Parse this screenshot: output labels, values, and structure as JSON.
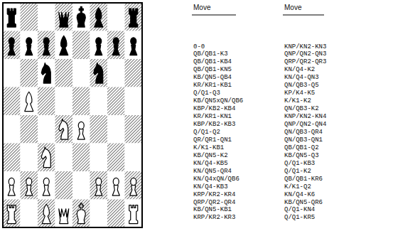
{
  "diagram": {
    "labels": [
      "Move",
      "Move",
      "0-0",
      "KNP/KN2-KN3",
      "QB/QB1-K3",
      "QNP/QN2-QN3",
      "QB/QB1-KB4",
      "QRP/QR2-QR3",
      "QB/QB1-KN5",
      "KN/Q4-K2",
      "KB/QN5-QB4",
      "KN/Q4-QN3",
      "KR/KR1-KB1",
      "QN/QB3-Q5",
      "Q/Q1-Q3",
      "KP/K4-K5",
      "KB/QN5xQN/QB6",
      "K/K1-K2",
      "KBP/KB2-KB4",
      "QN/QB3-K2",
      "KR/KR1-KN1",
      "KNP/KN2-KN4",
      "KBP/KB2-KB3",
      "QNP/QN2-QN4",
      "Q/Q1-Q2",
      "QN/QB3-QR4",
      "QR/QR1-QN1",
      "QN/QB3-QN1",
      "K/K1-KB1",
      "QB/QB1-Q2",
      "KB/QN5-K2",
      "KB/QN5-Q3",
      "KN/Q4-KB5",
      "Q/Q1-KB3",
      "KN/QN5-QR4",
      "Q/Q1-K2",
      "KN/Q4xQN/QB6",
      "QB/QB1-KR6",
      "KN/Q4-KB3",
      "K/K1-Q2",
      "KRP/KR2-KR4",
      "KN/Q4-K6",
      "QRP/QR2-QR4",
      "KB/QN5-QR6",
      "KB/QN5-KB1",
      "Q/Q1-KN4",
      "KRP/KR2-KR3",
      "Q/Q1-KR5"
    ]
  }
}
